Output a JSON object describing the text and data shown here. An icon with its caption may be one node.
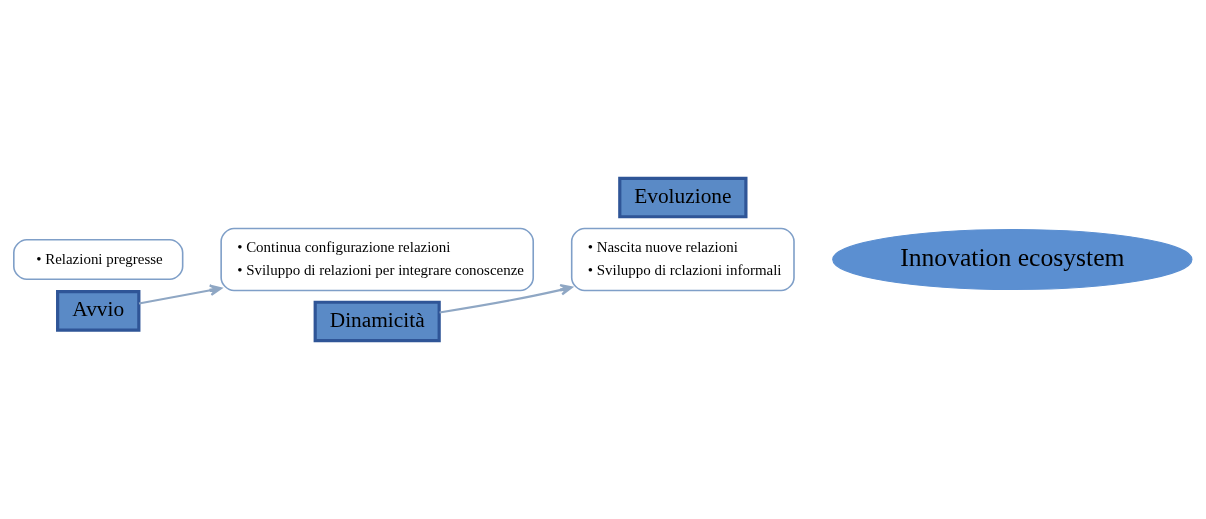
{
  "diagram": {
    "nodes": [
      {
        "text": [
          "• Relazioni pregresse"
        ]
      },
      {
        "text": [
          "Avvio"
        ]
      },
      {
        "text": [
          "• Continua configurazione relazioni",
          "• Sviluppo di relazioni per integrare conoscenze"
        ]
      },
      {
        "text": [
          "Dinamicità"
        ]
      },
      {
        "text": [
          "• Nascita nuove relazioni",
          "• Sviluppo di rclazioni informali"
        ]
      },
      {
        "text": [
          "Evoluzione"
        ]
      },
      {
        "text": [
          "Innovation ecosystem"
        ]
      }
    ],
    "edges": [
      {
        "from": 1,
        "to": 2,
        "arrow": "to"
      },
      {
        "from": 3,
        "to": 4,
        "arrow": "to"
      }
    ]
  }
}
